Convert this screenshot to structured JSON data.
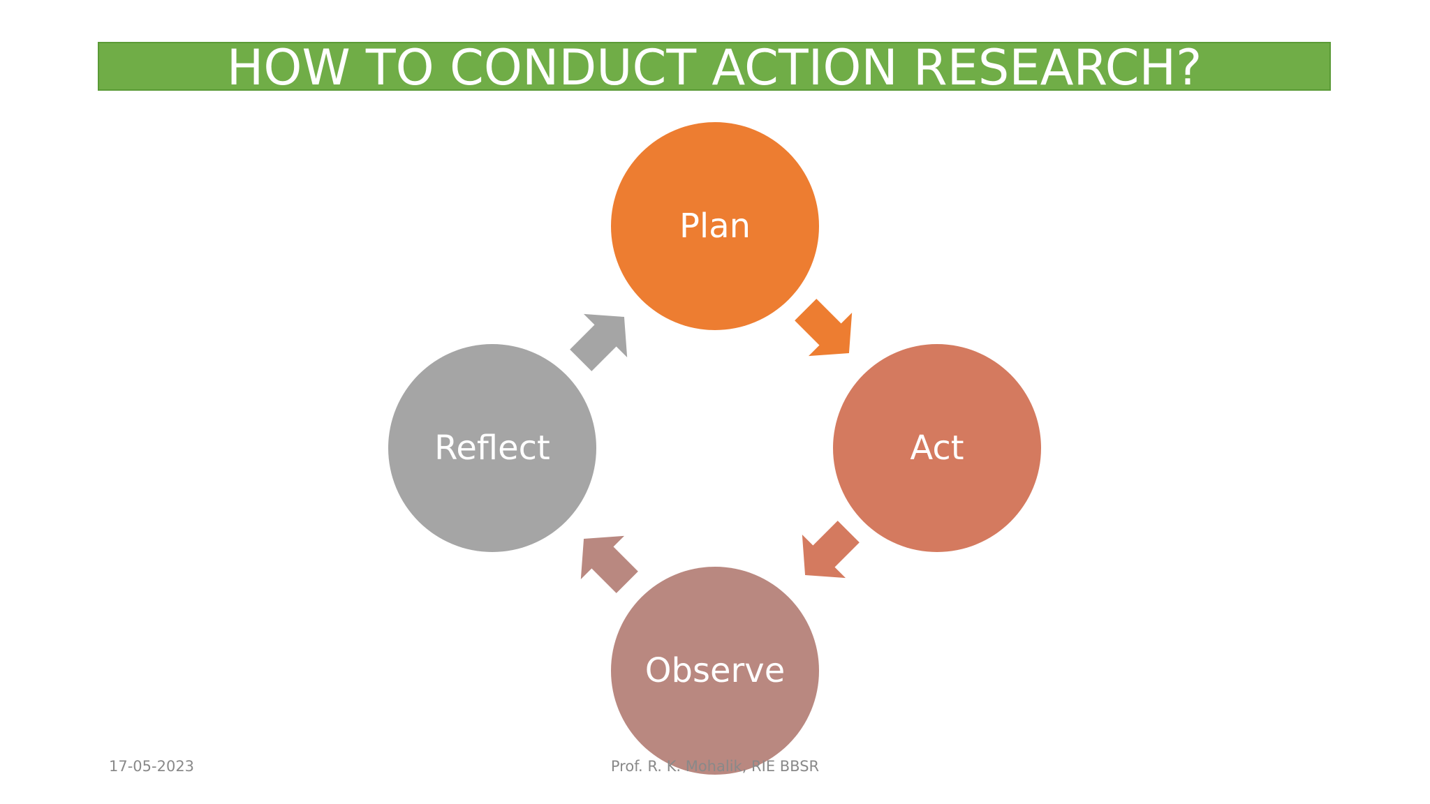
{
  "slide": {
    "title": "HOW TO CONDUCT ACTION RESEARCH?",
    "title_bar_color": "#70ad47"
  },
  "cycle": {
    "nodes": [
      {
        "label": "Plan",
        "color": "#ed7d31"
      },
      {
        "label": "Act",
        "color": "#d47a5f"
      },
      {
        "label": "Observe",
        "color": "#b98880"
      },
      {
        "label": "Reflect",
        "color": "#a5a5a5"
      }
    ],
    "arrows": [
      {
        "from": "Plan",
        "to": "Act",
        "color": "#ed7d31"
      },
      {
        "from": "Act",
        "to": "Observe",
        "color": "#d47a5f"
      },
      {
        "from": "Observe",
        "to": "Reflect",
        "color": "#b98880"
      },
      {
        "from": "Reflect",
        "to": "Plan",
        "color": "#a5a5a5"
      }
    ]
  },
  "footer": {
    "date": "17-05-2023",
    "author": "Prof. R. K. Mohalik, RIE BBSR"
  }
}
